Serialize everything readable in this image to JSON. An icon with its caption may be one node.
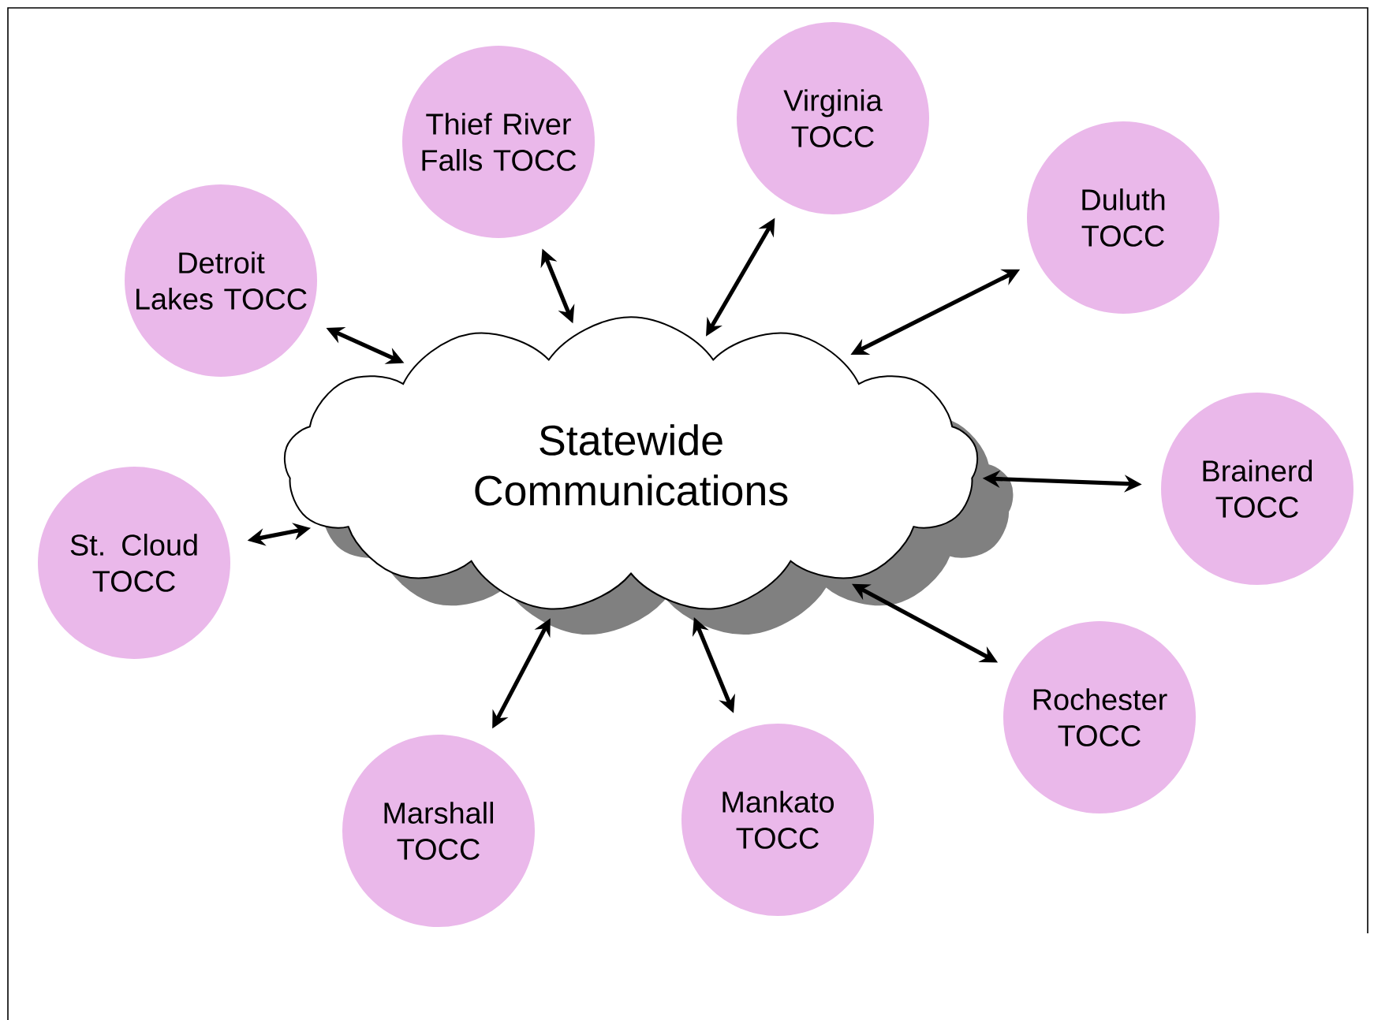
{
  "diagram": {
    "nodes": [
      {
        "text": [
          "Statewide Communications"
        ]
      },
      {
        "text": [
          "Detroit Lakes TOCC"
        ]
      },
      {
        "text": [
          "Thief River Falls TOCC"
        ]
      },
      {
        "text": [
          "Virginia TOCC"
        ]
      },
      {
        "text": [
          "Duluth TOCC"
        ]
      },
      {
        "text": [
          "Brainerd TOCC"
        ]
      },
      {
        "text": [
          "St. Cloud TOCC"
        ]
      },
      {
        "text": [
          "Marshall TOCC"
        ]
      },
      {
        "text": [
          "Mankato TOCC"
        ]
      },
      {
        "text": [
          "Rochester TOCC"
        ]
      }
    ],
    "edges": [
      {
        "from": 0,
        "to": 1,
        "arrow": "both"
      },
      {
        "from": 0,
        "to": 2,
        "arrow": "both"
      },
      {
        "from": 0,
        "to": 3,
        "arrow": "both"
      },
      {
        "from": 0,
        "to": 4,
        "arrow": "both"
      },
      {
        "from": 0,
        "to": 5,
        "arrow": "both"
      },
      {
        "from": 0,
        "to": 6,
        "arrow": "both"
      },
      {
        "from": 0,
        "to": 7,
        "arrow": "both"
      },
      {
        "from": 0,
        "to": 8,
        "arrow": "both"
      },
      {
        "from": 0,
        "to": 9,
        "arrow": "both"
      }
    ]
  }
}
